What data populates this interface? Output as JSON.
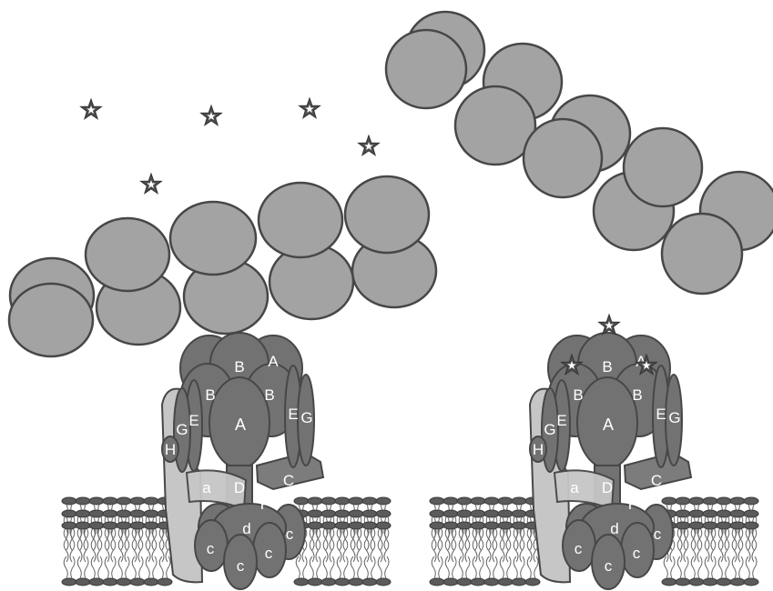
{
  "colors": {
    "filament": "#a3a3a3",
    "outline": "#474747",
    "complex_dark": "#727272",
    "complex_mid": "#7c7c7c",
    "stator_light": "#c6c6c6",
    "star_fill": "#4d4d4d",
    "lipid_head": "#5b5b5b",
    "label_text": "#ffffff",
    "background": "#ffffff"
  },
  "icons": {
    "free_ligand": "star-icon",
    "bound_ligand": "star-icon"
  },
  "complexes": [
    {
      "id": "left",
      "subunit_labels": {
        "A_center": "A",
        "A_top": "A",
        "B_top": "B",
        "B_left": "B",
        "B_right": "B",
        "E_left": "E",
        "E_right": "E",
        "G_left": "G",
        "G_right": "G",
        "H": "H",
        "C": "C",
        "D": "D",
        "F": "F",
        "a": "a",
        "d": "d",
        "c1": "c",
        "c2": "c",
        "c3": "c",
        "c4": "c"
      }
    },
    {
      "id": "right",
      "subunit_labels": {
        "A_center": "A",
        "A_top": "A",
        "B_top": "B",
        "B_left": "B",
        "B_right": "B",
        "E_left": "E",
        "E_right": "E",
        "G_left": "G",
        "G_right": "G",
        "H": "H",
        "C": "C",
        "D": "D",
        "F": "F",
        "a": "a",
        "d": "d",
        "c1": "c",
        "c2": "c",
        "c3": "c",
        "c4": "c"
      }
    }
  ]
}
